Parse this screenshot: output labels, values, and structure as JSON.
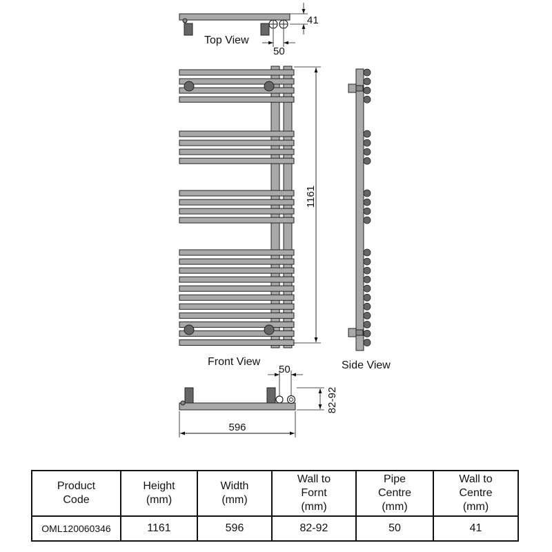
{
  "views": {
    "top": "Top View",
    "front": "Front View",
    "side": "Side View"
  },
  "dimensions": {
    "top_depth": "41",
    "top_pipe_centre": "50",
    "height": "1161",
    "bottom_pipe_centre": "50",
    "wall_to_front": "82-92",
    "width": "596"
  },
  "table": {
    "headers": [
      [
        "Product",
        "Code"
      ],
      [
        "Height",
        "(mm)"
      ],
      [
        "Width",
        "(mm)"
      ],
      [
        "Wall to",
        "Fornt",
        "(mm)"
      ],
      [
        "Pipe",
        "Centre",
        "(mm)"
      ],
      [
        "Wall to",
        "Centre",
        "(mm)"
      ]
    ],
    "row": [
      "OML120060346",
      "1161",
      "596",
      "82-92",
      "50",
      "41"
    ]
  },
  "colors": {
    "metal": "#a9a9a9",
    "valve": "#666666",
    "outline": "#222222"
  }
}
